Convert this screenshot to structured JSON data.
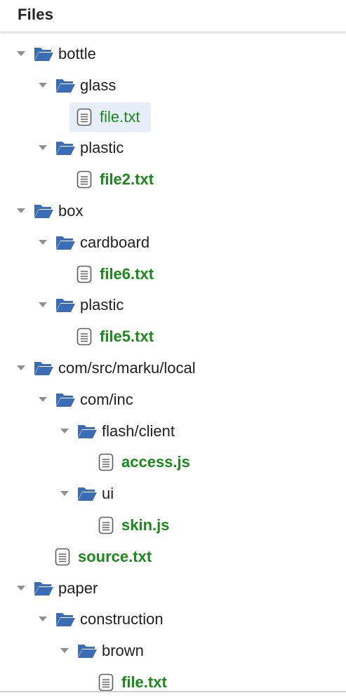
{
  "header": {
    "title": "Files"
  },
  "tree": [
    {
      "type": "folder",
      "level": 0,
      "label": "bottle",
      "expanded": true
    },
    {
      "type": "folder",
      "level": 1,
      "label": "glass",
      "expanded": true
    },
    {
      "type": "file",
      "level": 2,
      "label": "file.txt",
      "selected": true,
      "bold": false
    },
    {
      "type": "folder",
      "level": 1,
      "label": "plastic",
      "expanded": true
    },
    {
      "type": "file",
      "level": 2,
      "label": "file2.txt",
      "selected": false,
      "bold": true
    },
    {
      "type": "folder",
      "level": 0,
      "label": "box",
      "expanded": true
    },
    {
      "type": "folder",
      "level": 1,
      "label": "cardboard",
      "expanded": true
    },
    {
      "type": "file",
      "level": 2,
      "label": "file6.txt",
      "selected": false,
      "bold": true
    },
    {
      "type": "folder",
      "level": 1,
      "label": "plastic",
      "expanded": true
    },
    {
      "type": "file",
      "level": 2,
      "label": "file5.txt",
      "selected": false,
      "bold": true
    },
    {
      "type": "folder",
      "level": 0,
      "label": "com/src/marku/local",
      "expanded": true
    },
    {
      "type": "folder",
      "level": 1,
      "label": "com/inc",
      "expanded": true
    },
    {
      "type": "folder",
      "level": 2,
      "label": "flash/client",
      "expanded": true
    },
    {
      "type": "file",
      "level": 3,
      "label": "access.js",
      "selected": false,
      "bold": true
    },
    {
      "type": "folder",
      "level": 2,
      "label": "ui",
      "expanded": true
    },
    {
      "type": "file",
      "level": 3,
      "label": "skin.js",
      "selected": false,
      "bold": true
    },
    {
      "type": "file",
      "level": 1,
      "label": "source.txt",
      "selected": false,
      "bold": true
    },
    {
      "type": "folder",
      "level": 0,
      "label": "paper",
      "expanded": true
    },
    {
      "type": "folder",
      "level": 1,
      "label": "construction",
      "expanded": true
    },
    {
      "type": "folder",
      "level": 2,
      "label": "brown",
      "expanded": true
    },
    {
      "type": "file",
      "level": 3,
      "label": "file.txt",
      "selected": false,
      "bold": true
    }
  ],
  "colors": {
    "folder": "#3a6db5",
    "file_label": "#1a8a1a",
    "selected_bg": "#e7eef7"
  },
  "icons": {
    "folder": "folder-open-icon",
    "file": "file-text-icon",
    "toggle": "caret-down-icon"
  }
}
